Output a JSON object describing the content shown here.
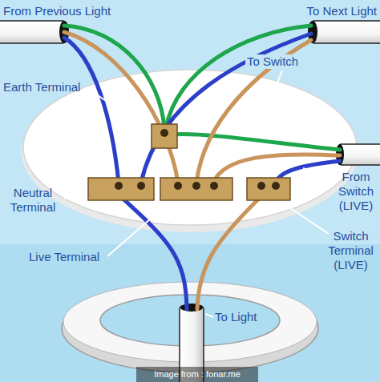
{
  "diagram": {
    "labels": [
      "From Previous Light",
      "To Next Light",
      "To Switch",
      "Earth Terminal",
      "Neutral Terminal",
      "From Switch (LIVE)",
      "Live Terminal",
      "Switch Terminal (LIVE)",
      "To Light",
      "Image from : fonar.me"
    ]
  }
}
